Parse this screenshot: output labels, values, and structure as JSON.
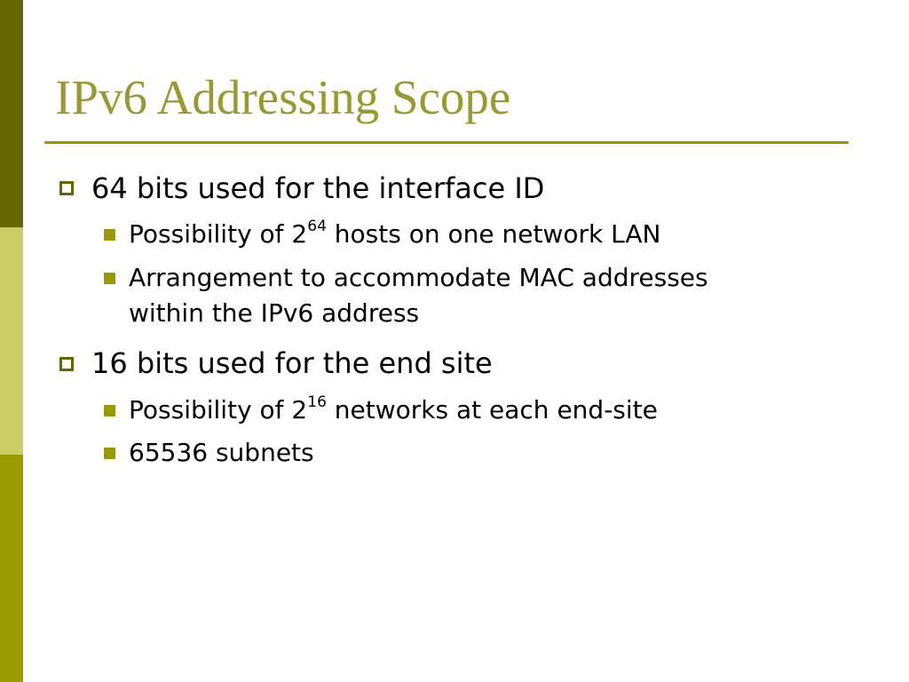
{
  "slide": {
    "title": "IPv6 Addressing Scope",
    "points": [
      {
        "text": "64 bits used for the interface ID",
        "subpoints": [
          {
            "prefix": "Possibility of 2",
            "superscript": "64",
            "suffix": " hosts on one network LAN"
          },
          {
            "line1": "Arrangement to accommodate MAC addresses",
            "line2": "within the IPv6 address"
          }
        ]
      },
      {
        "text": "16 bits used for the end site",
        "subpoints": [
          {
            "prefix": "Possibility of 2",
            "superscript": "16",
            "suffix": " networks at each end-site"
          },
          {
            "text": "65536 subnets"
          }
        ]
      }
    ]
  },
  "theme": {
    "title_color": "#999933",
    "band_colors": [
      "#666600",
      "#cccc66",
      "#999900"
    ],
    "rule_color": "#999900",
    "bullet_l1_color": "#666600",
    "bullet_l2_color": "#999900"
  }
}
